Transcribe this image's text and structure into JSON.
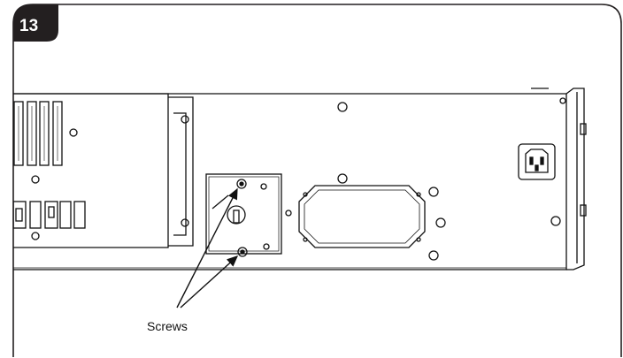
{
  "step": {
    "number": "13",
    "badge_color": "#231f20"
  },
  "callouts": [
    {
      "label": "Screws",
      "points_to": [
        "upper-left-screw-of-access-plate",
        "lower-screw-of-access-plate"
      ]
    }
  ],
  "colors": {
    "frame": "#231f20",
    "line": "#111111",
    "fill": "#ffffff"
  }
}
